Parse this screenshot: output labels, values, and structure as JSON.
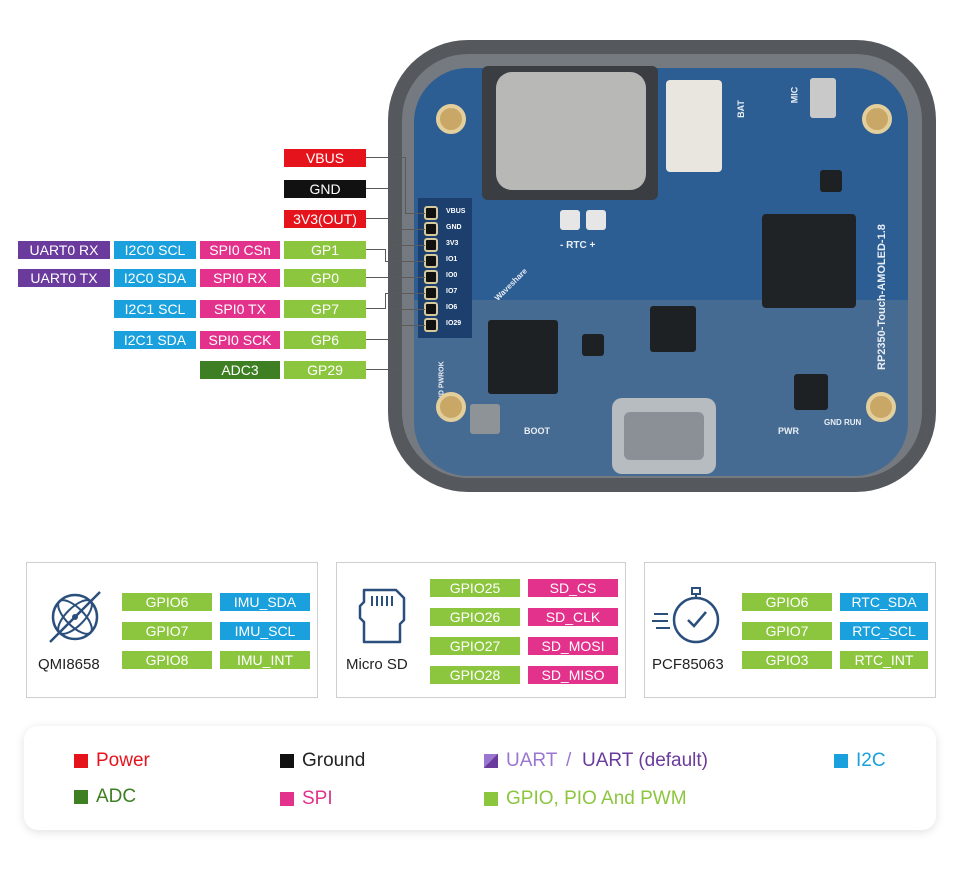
{
  "pin_labels": {
    "vbus": "VBUS",
    "gnd": "GND",
    "v33": "3V3(OUT)",
    "gp1": "GP1",
    "gp1_spi": "SPI0 CSn",
    "gp1_i2c": "I2C0 SCL",
    "gp1_uart": "UART0 RX",
    "gp0": "GP0",
    "gp0_spi": "SPI0 RX",
    "gp0_i2c": "I2C0 SDA",
    "gp0_uart": "UART0 TX",
    "gp7": "GP7",
    "gp7_spi": "SPI0 TX",
    "gp7_i2c": "I2C1 SCL",
    "gp6": "GP6",
    "gp6_spi": "SPI0 SCK",
    "gp6_i2c": "I2C1 SDA",
    "gp29": "GP29",
    "gp29_adc": "ADC3"
  },
  "board": {
    "name": "RP2350-Touch-AMOLED-1.8",
    "header_pins": [
      "VBUS",
      "GND",
      "3V3",
      "IO1",
      "IO0",
      "IO7",
      "IO6",
      "IO29"
    ],
    "rtc": "- RTC +",
    "bat": "BAT",
    "mic": "MIC",
    "boot": "BOOT",
    "pwr": "PWR",
    "gnd_run": "GND RUN",
    "gnd_pwrok": "GND PWROK",
    "brand": "Waveshare"
  },
  "boxes": {
    "qmi": {
      "caption": "QMI8658",
      "rows": [
        [
          "GPIO6",
          "IMU_SDA"
        ],
        [
          "GPIO7",
          "IMU_SCL"
        ],
        [
          "GPIO8",
          "IMU_INT"
        ]
      ]
    },
    "sd": {
      "caption": "Micro SD",
      "rows": [
        [
          "GPIO25",
          "SD_CS"
        ],
        [
          "GPIO26",
          "SD_CLK"
        ],
        [
          "GPIO27",
          "SD_MOSI"
        ],
        [
          "GPIO28",
          "SD_MISO"
        ]
      ]
    },
    "pcf": {
      "caption": "PCF85063",
      "rows": [
        [
          "GPIO6",
          "RTC_SDA"
        ],
        [
          "GPIO7",
          "RTC_SCL"
        ],
        [
          "GPIO3",
          "RTC_INT"
        ]
      ]
    }
  },
  "legend": {
    "power": "Power",
    "ground": "Ground",
    "uart": "UART",
    "uart_sep": "/",
    "uart_default": "UART (default)",
    "i2c": "I2C",
    "adc": "ADC",
    "spi": "SPI",
    "gpio": "GPIO, PIO And PWM"
  },
  "colors": {
    "power": "#e5141c",
    "ground": "#111111",
    "uart": "#6a3b9c",
    "uart_light": "#9b76d0",
    "i2c": "#1aa0dc",
    "spi": "#e2328c",
    "gpio": "#8cc63e",
    "adc": "#3d7f22"
  },
  "icons": [
    "gyroscope-icon",
    "sd-card-icon",
    "stopwatch-icon"
  ]
}
